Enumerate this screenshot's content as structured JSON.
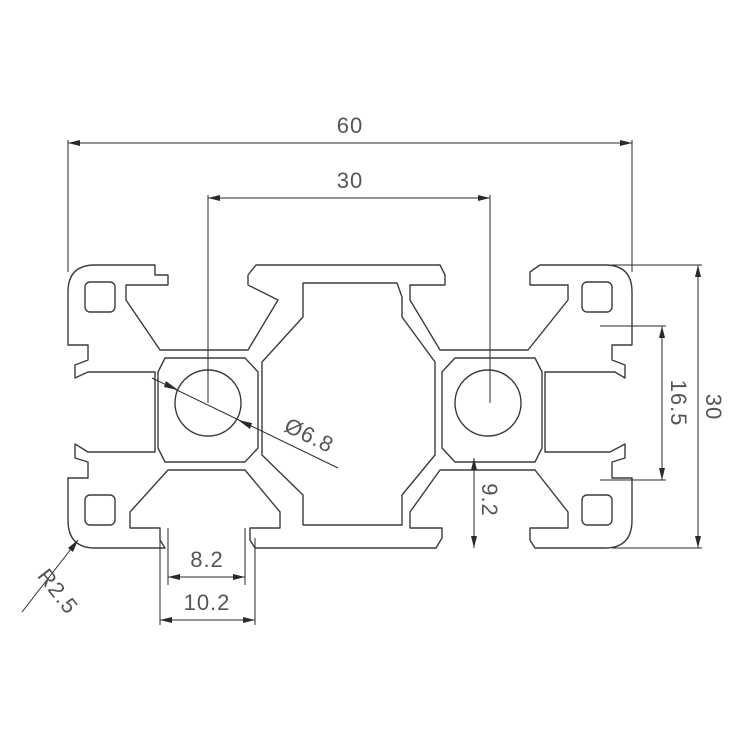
{
  "dimensions": {
    "overall_width": "60",
    "hole_spacing": "30",
    "overall_height": "30",
    "inner_span": "16.5",
    "center_offset": "9.2",
    "hole_diameter": "Ø6.8",
    "slot_inner_width": "8.2",
    "slot_outer_width": "10.2",
    "corner_radius": "R2.5"
  },
  "colors": {
    "line": "#3c3c3c",
    "text": "#555555",
    "background": "#ffffff"
  }
}
